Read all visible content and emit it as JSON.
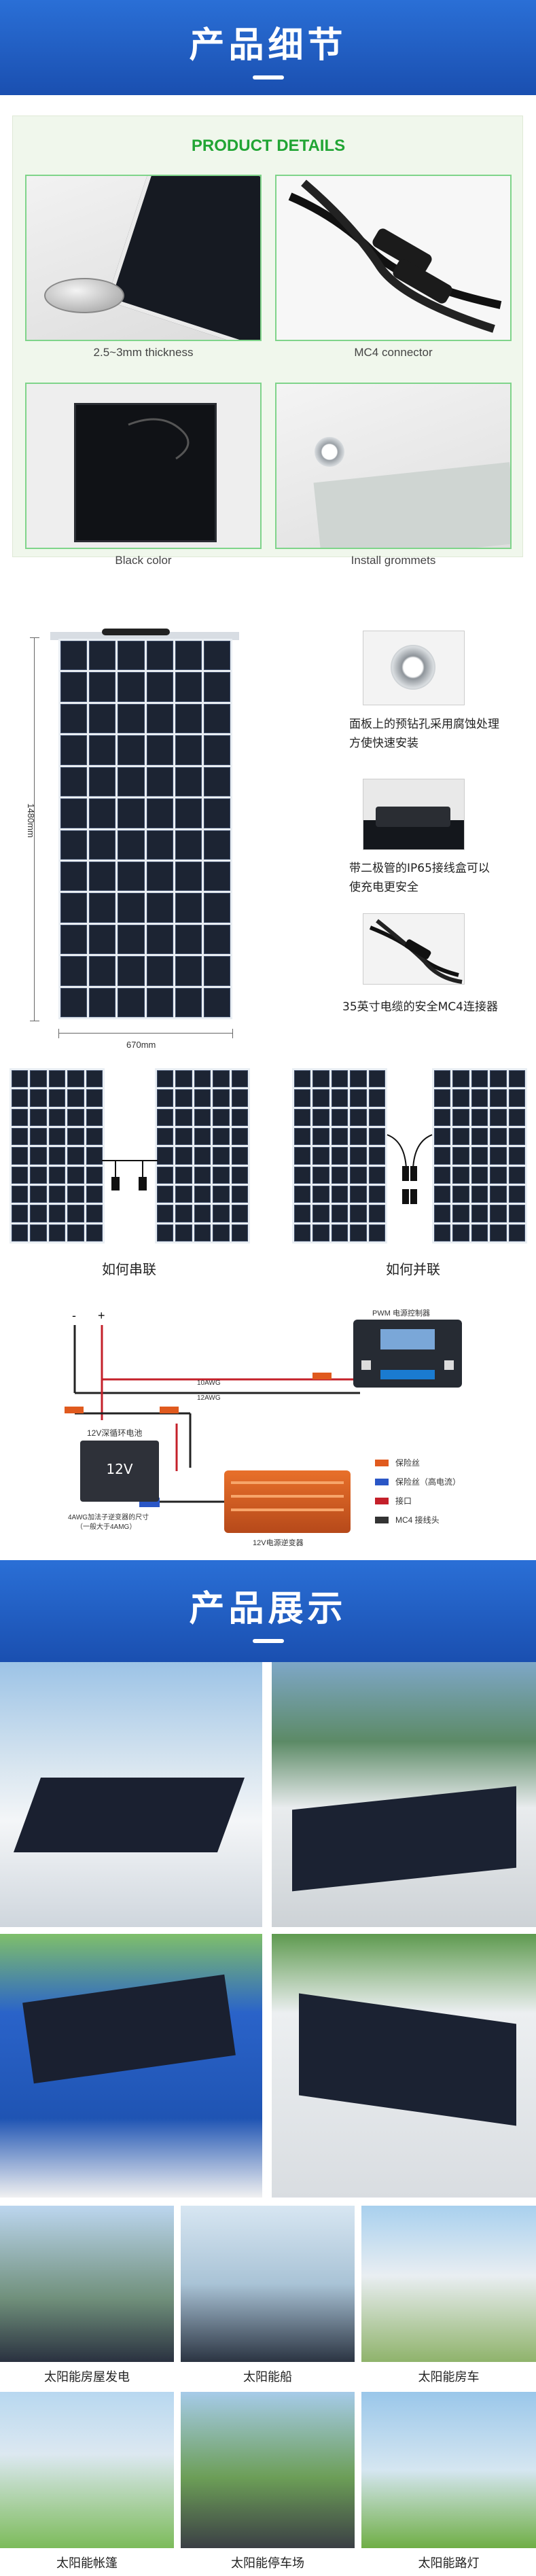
{
  "details_banner": {
    "title": "产品细节"
  },
  "details": {
    "heading": "PRODUCT DETAILS",
    "cards": [
      {
        "caption": "2.5~3mm thickness"
      },
      {
        "caption": "MC4 connector"
      },
      {
        "caption": "Black color"
      },
      {
        "caption": "Install grommets"
      }
    ]
  },
  "dimensions": {
    "height_label": "1480mm",
    "width_label": "670mm"
  },
  "features": [
    {
      "line1": "面板上的预钻孔采用腐蚀处理",
      "line2": "方使快速安装"
    },
    {
      "line1": "带二极管的IP65接线盒可以",
      "line2": "使充电更安全"
    },
    {
      "line1": "35英寸电缆的安全MC4连接器",
      "line2": ""
    }
  ],
  "wiring": {
    "series_label": "如何串联",
    "parallel_label": "如何并联"
  },
  "diagram": {
    "controller_label": "PWM 电源控制器",
    "wire_10awg": "10AWG",
    "wire_12awg": "12AWG",
    "battery_top": "12V深循环电池",
    "battery_label": "12V",
    "battery_note_line1": "4AWG加法子逆变器的尺寸",
    "battery_note_line2": "（一般大于4AMG）",
    "inverter_label": "12V电源逆变器",
    "legend": [
      {
        "label": "保险丝",
        "color": "#e05a1e"
      },
      {
        "label": "保险丝（高电流）",
        "color": "#2a56c6"
      },
      {
        "label": "接口",
        "color": "#c4202a"
      },
      {
        "label": "MC4 接线头",
        "color": "#333333"
      }
    ]
  },
  "showcase_banner": {
    "title": "产品展示"
  },
  "applications": [
    {
      "label": "太阳能房屋发电"
    },
    {
      "label": "太阳能船"
    },
    {
      "label": "太阳能房车"
    },
    {
      "label": "太阳能帐篷"
    },
    {
      "label": "太阳能停车场"
    },
    {
      "label": "太阳能路灯"
    }
  ]
}
